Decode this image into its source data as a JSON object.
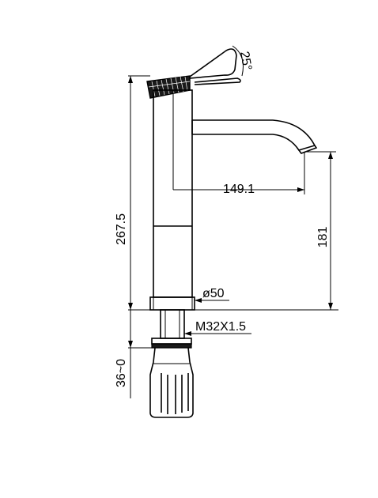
{
  "drawing": {
    "dimensions": {
      "lever_angle": "25°",
      "spout_reach": "149.1",
      "total_height": "267.5",
      "spout_height": "181",
      "base_diameter": "ø50",
      "thread": "M32X1.5",
      "mounting_range": "36~0"
    }
  }
}
